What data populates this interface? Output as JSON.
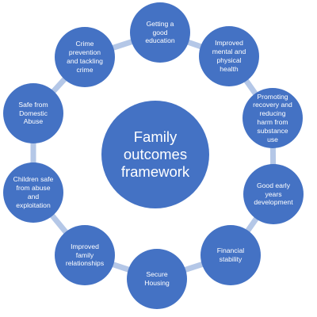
{
  "diagram": {
    "center_label": "Family\noutcomes\nframework",
    "outcomes": [
      "Getting a\ngood\neducation",
      "Improved\nmental and\nphysical\nhealth",
      "Promoting\nrecovery and\nreducing\nharm from\nsubstance\nuse",
      "Good early\nyears\ndevelopment",
      "Financial\nstability",
      "Secure\nHousing",
      "Improved\nfamily\nrelationships",
      "Children safe\nfrom abuse\nand\nexploitation",
      "Safe from\nDomestic\nAbuse",
      "Crime\nprevention\nand tackling\ncrime"
    ],
    "colors": {
      "node_fill": "#4472c4",
      "connector": "#b4c7e7",
      "text": "#ffffff"
    }
  }
}
